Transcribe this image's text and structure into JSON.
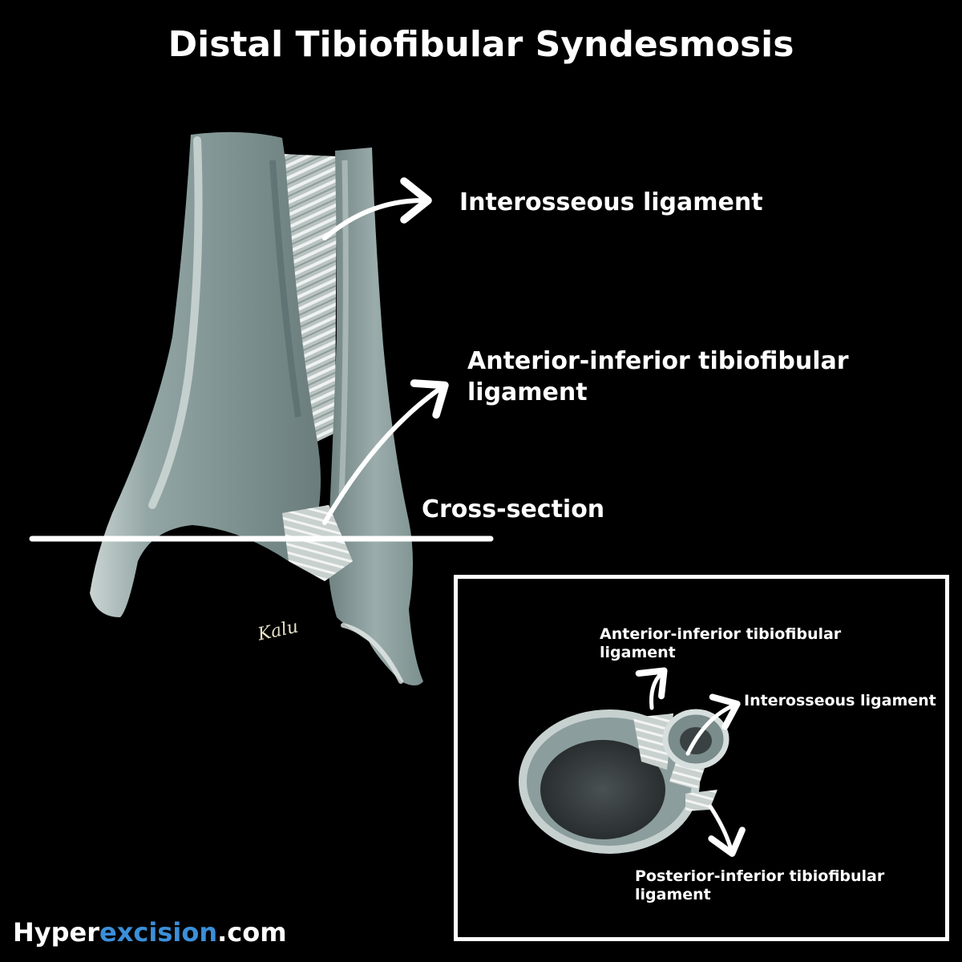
{
  "title": "Distal Tibiofibular Syndesmosis",
  "labels": {
    "interosseous": "Interosseous ligament",
    "aitfl_line1": "Anterior-inferior tibiofibular",
    "aitfl_line2": "ligament",
    "cross_section": "Cross-section"
  },
  "inset": {
    "aitfl_line1": "Anterior-inferior tibiofibular",
    "aitfl_line2": "ligament",
    "interosseous": "Interosseous ligament",
    "pitfl_line1": "Posterior-inferior tibiofibular",
    "pitfl_line2": "ligament"
  },
  "brand": {
    "part1": "Hyper",
    "part2": "excision",
    "part3": ".com",
    "accent_color": "#3b8fd9"
  },
  "signature": "Kalu",
  "colors": {
    "bone": "#8fa3a3",
    "bone_light": "#c8d4d2",
    "ligament": "#d8dcd8",
    "background": "#000000"
  }
}
